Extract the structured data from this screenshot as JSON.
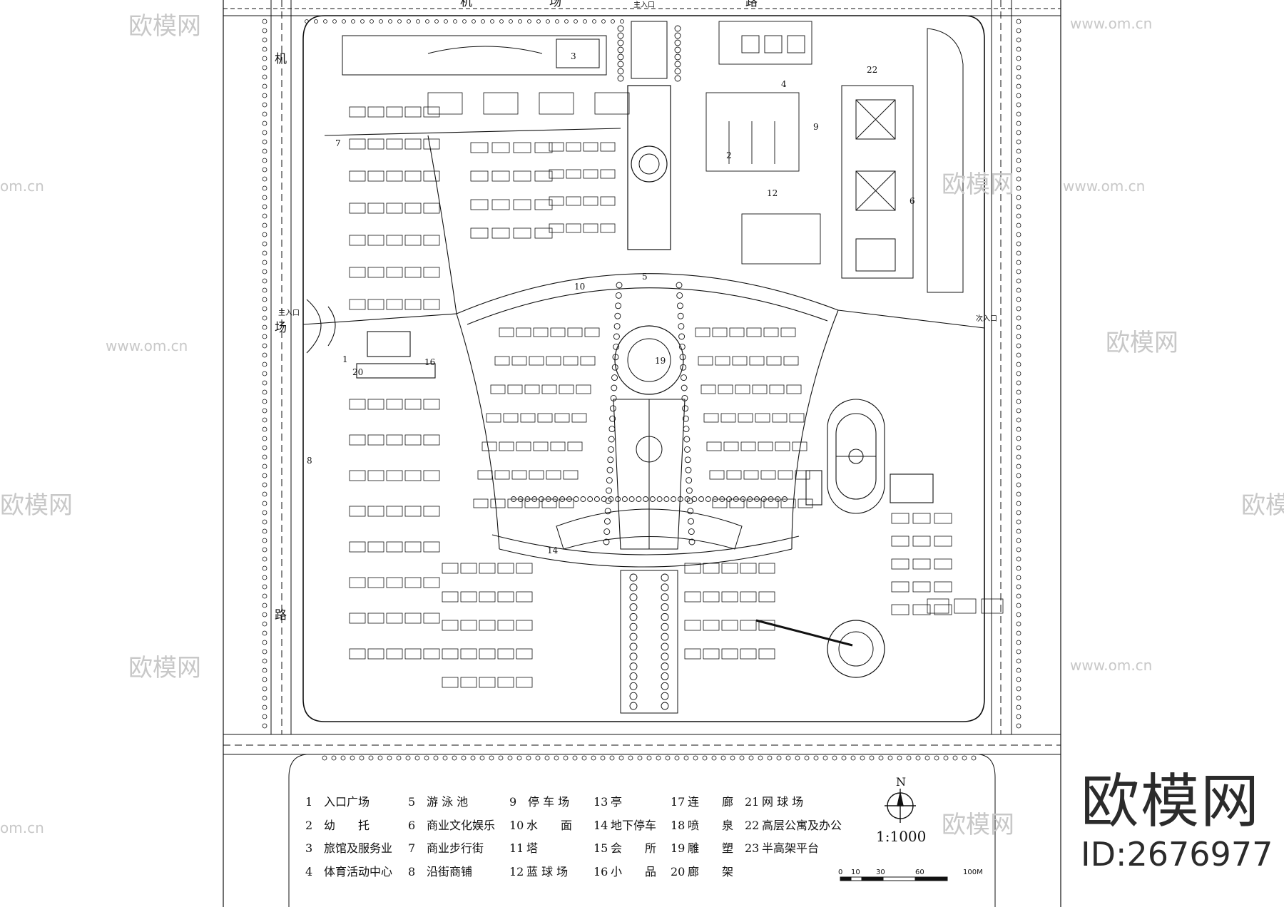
{
  "roads": {
    "north": [
      "机",
      "场",
      "路"
    ],
    "west": [
      "机",
      "场",
      "路"
    ]
  },
  "entrances": {
    "north_main": "主入口",
    "west_main": "主入口",
    "east_secondary": "次入口"
  },
  "zone_numbers": [
    "1",
    "2",
    "3",
    "4",
    "5",
    "6",
    "7",
    "8",
    "9",
    "10",
    "12",
    "14",
    "16",
    "19",
    "20",
    "22"
  ],
  "legend": {
    "columns": [
      [
        {
          "num": "1",
          "label": "入口广场"
        },
        {
          "num": "2",
          "label": "幼　　托"
        },
        {
          "num": "3",
          "label": "旅馆及服务业"
        },
        {
          "num": "4",
          "label": "体育活动中心"
        }
      ],
      [
        {
          "num": "5",
          "label": "游 泳 池"
        },
        {
          "num": "6",
          "label": "商业文化娱乐"
        },
        {
          "num": "7",
          "label": "商业步行街"
        },
        {
          "num": "8",
          "label": "沿街商铺"
        }
      ],
      [
        {
          "num": "9",
          "label": "停 车 场"
        },
        {
          "num": "10",
          "label": "水　　面"
        },
        {
          "num": "11",
          "label": "塔"
        },
        {
          "num": "12",
          "label": "蓝 球 场"
        }
      ],
      [
        {
          "num": "13",
          "label": "亭"
        },
        {
          "num": "14",
          "label": "地下停车"
        },
        {
          "num": "15",
          "label": "会　　所"
        },
        {
          "num": "16",
          "label": "小　　品"
        }
      ],
      [
        {
          "num": "17",
          "label": "连　　廊"
        },
        {
          "num": "18",
          "label": "喷　　泉"
        },
        {
          "num": "19",
          "label": "雕　　塑"
        },
        {
          "num": "20",
          "label": "廊　　架"
        }
      ],
      [
        {
          "num": "21",
          "label": "网 球 场"
        },
        {
          "num": "22",
          "label": "高层公寓及办公"
        },
        {
          "num": "23",
          "label": "半高架平台"
        },
        {
          "num": "",
          "label": ""
        }
      ]
    ]
  },
  "north_arrow": "N",
  "scale": "1:1000",
  "scale_bar_ticks": [
    "0",
    "10",
    "30",
    "60",
    "100M"
  ],
  "watermark": {
    "brand": "欧模网",
    "url": "www.om.cn",
    "url_alt": "om.cn"
  },
  "brand_block": {
    "name": "欧模网",
    "id": "ID:2676977"
  },
  "colors": {
    "line": "#111111",
    "paper": "#ffffff",
    "watermark": "#c8c8c8"
  }
}
